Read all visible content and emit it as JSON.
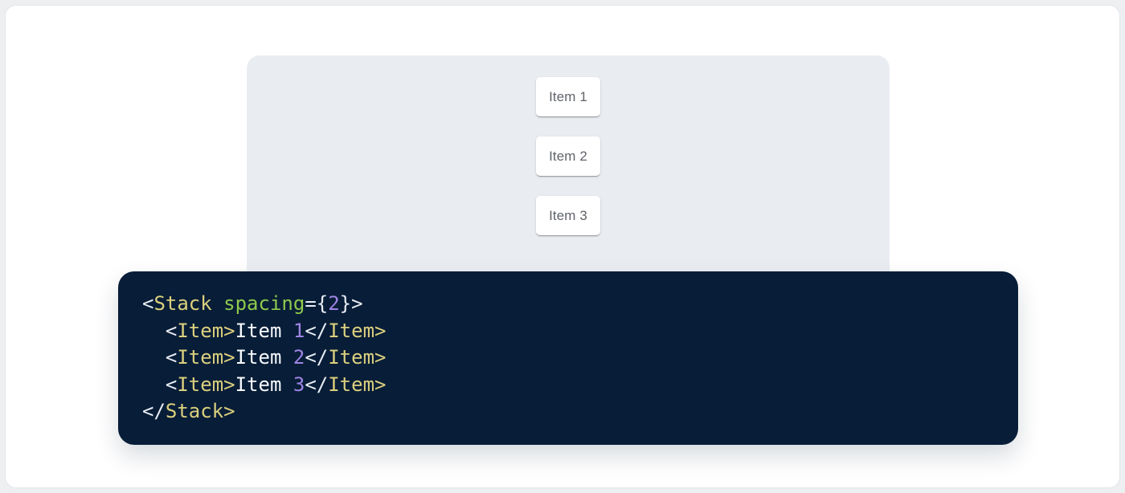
{
  "page": {
    "background": "#EDEFF1",
    "card_background": "#FFFFFF"
  },
  "demo_panel": {
    "background": "#E9EDF2",
    "item_text_color": "#5F6368",
    "items": [
      {
        "label": "Item 1"
      },
      {
        "label": "Item 2"
      },
      {
        "label": "Item 3"
      }
    ]
  },
  "code_block": {
    "background": "#081D37",
    "language": "jsx",
    "source": "<Stack spacing={2}>\n  <Item>Item 1</Item>\n  <Item>Item 2</Item>\n  <Item>Item 3</Item>\n</Stack>",
    "palette": {
      "tag": "#DBD07E",
      "attr": "#8FC94C",
      "num": "#9F85E6",
      "punct": "#E8EDF4",
      "text": "#F7FAFD"
    },
    "lines": [
      {
        "indent": 0,
        "tokens": [
          [
            "<",
            "punct"
          ],
          [
            "Stack",
            "tag"
          ],
          [
            " ",
            "text"
          ],
          [
            "spacing",
            "attr"
          ],
          [
            "=",
            "punct"
          ],
          [
            "{",
            "punct"
          ],
          [
            "2",
            "num"
          ],
          [
            "}",
            "punct"
          ],
          [
            ">",
            "punct"
          ]
        ]
      },
      {
        "indent": 2,
        "tokens": [
          [
            "<",
            "punct"
          ],
          [
            "Item",
            "tag"
          ],
          [
            ">",
            "tag"
          ],
          [
            "Item ",
            "text"
          ],
          [
            "1",
            "num"
          ],
          [
            "<",
            "punct"
          ],
          [
            "/",
            "punct"
          ],
          [
            "Item",
            "tag"
          ],
          [
            ">",
            "tag"
          ]
        ]
      },
      {
        "indent": 2,
        "tokens": [
          [
            "<",
            "punct"
          ],
          [
            "Item",
            "tag"
          ],
          [
            ">",
            "tag"
          ],
          [
            "Item ",
            "text"
          ],
          [
            "2",
            "num"
          ],
          [
            "<",
            "punct"
          ],
          [
            "/",
            "punct"
          ],
          [
            "Item",
            "tag"
          ],
          [
            ">",
            "tag"
          ]
        ]
      },
      {
        "indent": 2,
        "tokens": [
          [
            "<",
            "punct"
          ],
          [
            "Item",
            "tag"
          ],
          [
            ">",
            "tag"
          ],
          [
            "Item ",
            "text"
          ],
          [
            "3",
            "num"
          ],
          [
            "<",
            "punct"
          ],
          [
            "/",
            "punct"
          ],
          [
            "Item",
            "tag"
          ],
          [
            ">",
            "tag"
          ]
        ]
      },
      {
        "indent": 0,
        "tokens": [
          [
            "<",
            "punct"
          ],
          [
            "/",
            "punct"
          ],
          [
            "Stack",
            "tag"
          ],
          [
            ">",
            "tag"
          ]
        ]
      }
    ]
  }
}
